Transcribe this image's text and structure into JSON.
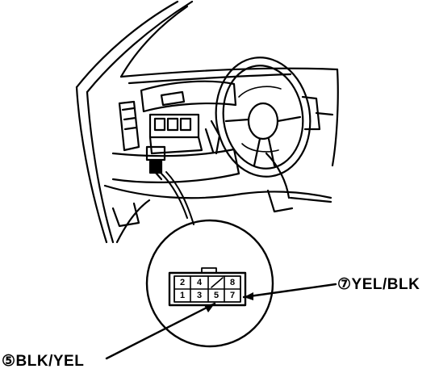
{
  "connector": {
    "pins_top": [
      "2",
      "4",
      "",
      "8"
    ],
    "pins_bottom": [
      "1",
      "3",
      "5",
      "7"
    ]
  },
  "callouts": {
    "pin7": "⑦YEL/BLK",
    "pin5": "⑤BLK/YEL"
  }
}
